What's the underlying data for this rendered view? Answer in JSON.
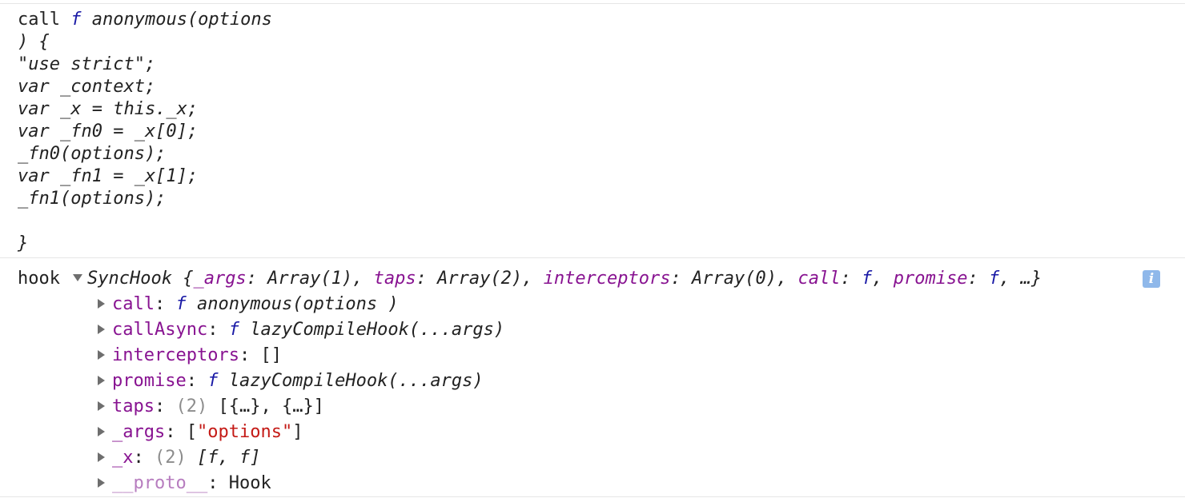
{
  "call_message": {
    "label": "call",
    "f_glyph": "f",
    "signature_line": "anonymous(options",
    "lines": [
      ") {",
      "\"use strict\";",
      "var _context;",
      "var _x = this._x;",
      "var _fn0 = _x[0];",
      "_fn0(options);",
      "var _fn1 = _x[1];",
      "_fn1(options);",
      "",
      "}"
    ]
  },
  "hook_message": {
    "label": "hook",
    "summary": {
      "class_name": "SyncHook",
      "open": " {",
      "k1": "_args",
      "v1": ": Array(1), ",
      "k2": "taps",
      "v2": ": Array(2), ",
      "k3": "interceptors",
      "v3": ": Array(0), ",
      "k4": "call",
      "v4a": ": ",
      "v4f": "f",
      "v4b": ", ",
      "k5": "promise",
      "v5a": ": ",
      "v5f": "f",
      "v5b": ", …}"
    },
    "info_icon_glyph": "i",
    "properties": [
      {
        "key": "call",
        "sep": ": ",
        "f": "f",
        "value": " anonymous(options )"
      },
      {
        "key": "callAsync",
        "sep": ": ",
        "f": "f",
        "value": " lazyCompileHook(...args)"
      },
      {
        "key": "interceptors",
        "sep": ": ",
        "value": "[]"
      },
      {
        "key": "promise",
        "sep": ": ",
        "f": "f",
        "value": " lazyCompileHook(...args)"
      },
      {
        "key": "taps",
        "sep": ": ",
        "count": "(2)",
        "value": " [{…}, {…}]"
      },
      {
        "key": "_args",
        "sep": ": ",
        "open": "[",
        "string": "\"options\"",
        "close": "]"
      },
      {
        "key": "_x",
        "sep": ": ",
        "count": "(2)",
        "value": " [f, f]"
      },
      {
        "key": "__proto__",
        "sep": ": ",
        "value": "Hook"
      }
    ]
  }
}
